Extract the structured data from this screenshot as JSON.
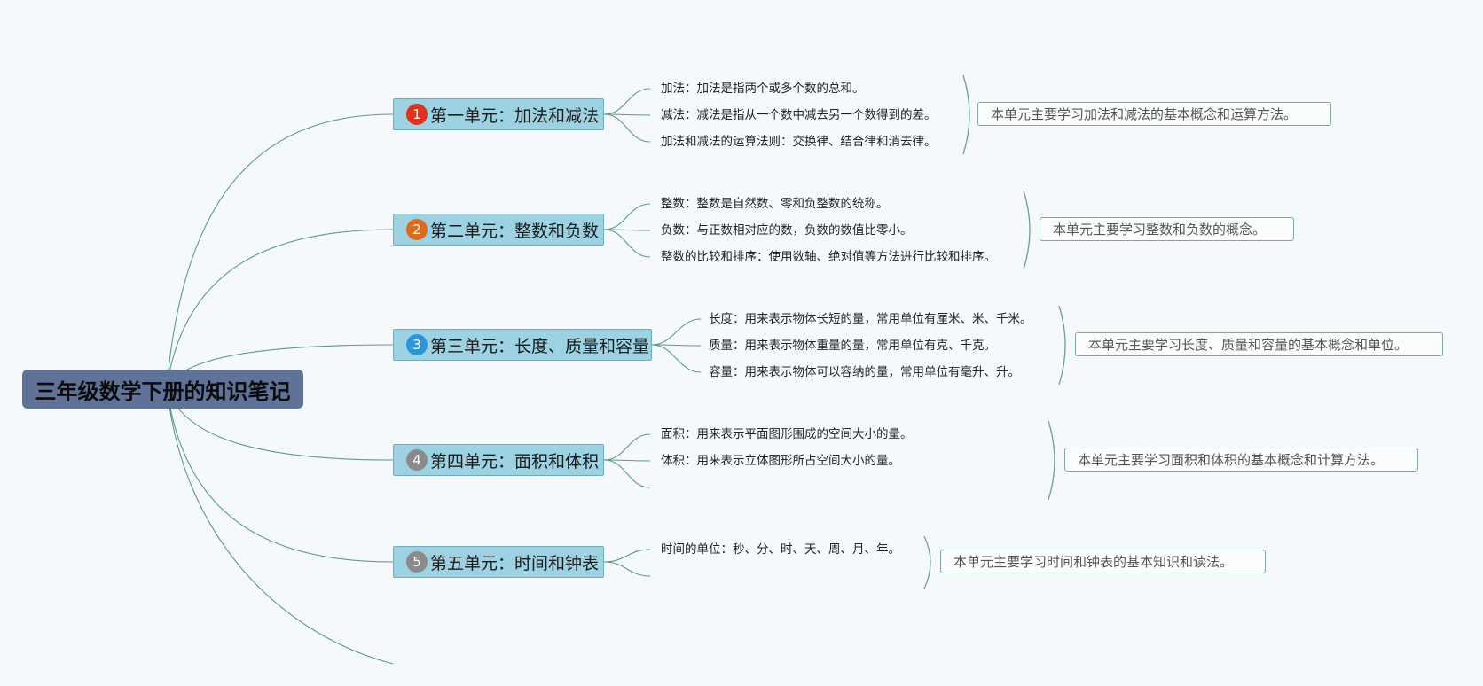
{
  "root_title": "三年级数学下册的知识笔记",
  "units": [
    {
      "badge": "1",
      "badge_color": "#e0321c",
      "title": "第一单元：加法和减法",
      "details": [
        "加法：加法是指两个或多个数的总和。",
        "减法：减法是指从一个数中减去另一个数得到的差。",
        "加法和减法的运算法则：交换律、结合律和消去律。"
      ],
      "summary": "本单元主要学习加法和减法的基本概念和运算方法。"
    },
    {
      "badge": "2",
      "badge_color": "#e06a1c",
      "title": "第二单元：整数和负数",
      "details": [
        "整数：整数是自然数、零和负整数的统称。",
        "负数：与正数相对应的数，负数的数值比零小。",
        "整数的比较和排序：使用数轴、绝对值等方法进行比较和排序。"
      ],
      "summary": "本单元主要学习整数和负数的概念。"
    },
    {
      "badge": "3",
      "badge_color": "#2b96d8",
      "title": "第三单元：长度、质量和容量",
      "details": [
        "长度：用来表示物体长短的量，常用单位有厘米、米、千米。",
        "质量：用来表示物体重量的量，常用单位有克、千克。",
        "容量：用来表示物体可以容纳的量，常用单位有毫升、升。"
      ],
      "summary": "本单元主要学习长度、质量和容量的基本概念和单位。"
    },
    {
      "badge": "4",
      "badge_color": "#8a8a8a",
      "title": "第四单元：面积和体积",
      "details": [
        "面积：用来表示平面图形围成的空间大小的量。",
        "体积：用来表示立体图形所占空间大小的量。"
      ],
      "summary": "本单元主要学习面积和体积的基本概念和计算方法。"
    },
    {
      "badge": "5",
      "badge_color": "#8a8a8a",
      "title": "第五单元：时间和钟表",
      "details": [
        "时间的单位：秒、分、时、天、周、月、年。"
      ],
      "summary": "本单元主要学习时间和钟表的基本知识和读法。"
    }
  ]
}
